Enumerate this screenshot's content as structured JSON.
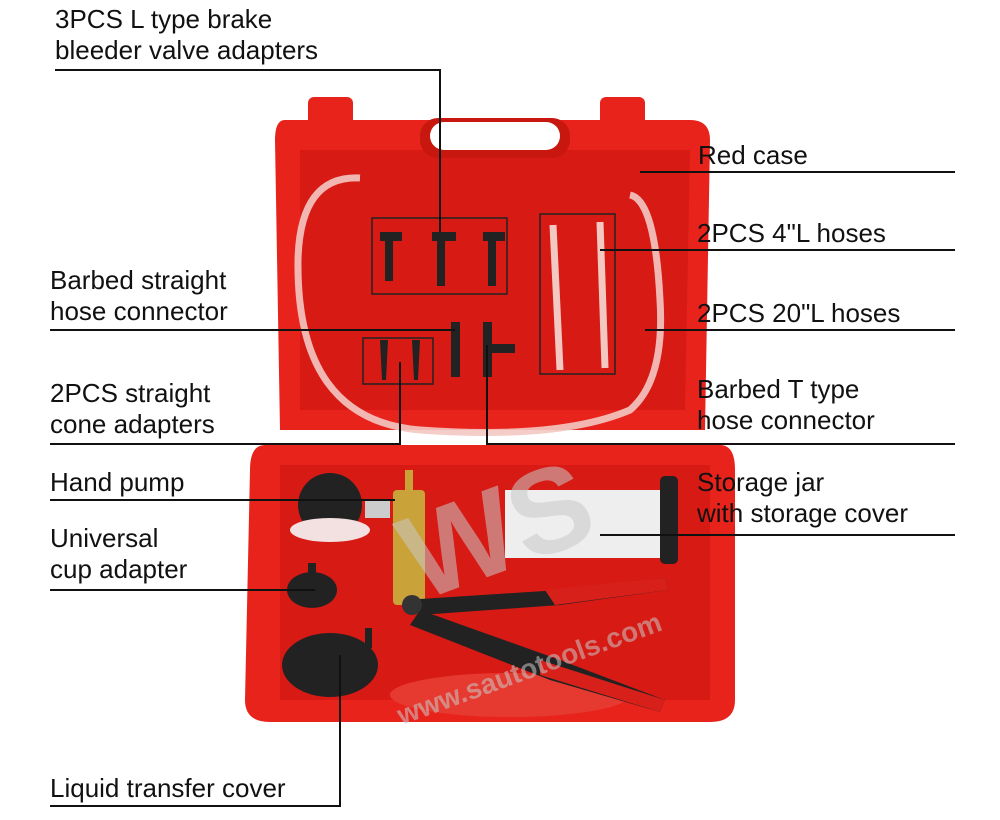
{
  "labels": {
    "bleeder_adapters": [
      "3PCS L type brake",
      "bleeder valve adapters"
    ],
    "red_case": "Red case",
    "hoses_4": "2PCS 4\"L hoses",
    "straight_connector": [
      "Barbed straight",
      "hose connector"
    ],
    "hoses_20": "2PCS 20\"L hoses",
    "cone_adapters": [
      "2PCS straight",
      "cone adapters"
    ],
    "t_connector": [
      "Barbed T type",
      "hose connector"
    ],
    "hand_pump": "Hand pump",
    "storage_jar": [
      "Storage jar",
      "with storage cover"
    ],
    "cup_adapter": [
      "Universal",
      "cup adapter"
    ],
    "transfer_cover": "Liquid transfer cover"
  },
  "watermark": {
    "text": "www.sautotools.com",
    "logo": "WS"
  },
  "colors": {
    "case": "#e8231c",
    "case_dark": "#b5140f",
    "lines": "#111111",
    "brass": "#c9a23a"
  }
}
